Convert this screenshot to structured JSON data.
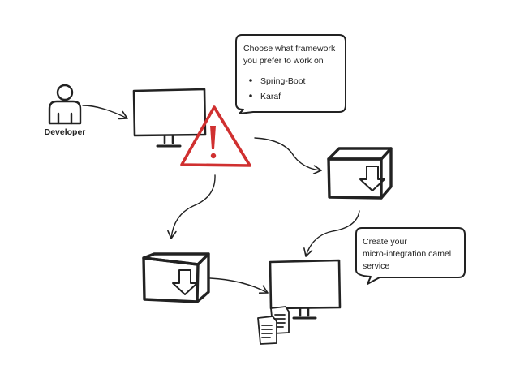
{
  "actor": {
    "label": "Developer",
    "icon": "user-icon"
  },
  "callout_top": {
    "title_line1": "Choose what framework",
    "title_line2": "you prefer to work on",
    "options": [
      "Spring-Boot",
      "Karaf"
    ]
  },
  "callout_bottom": {
    "line1": "Create your",
    "line2": "micro-integration camel",
    "line3": "service"
  },
  "icons": {
    "monitor_top": "monitor-icon",
    "monitor_bottom": "monitor-icon",
    "warning": "warning-icon",
    "download_right": "download-box-icon",
    "download_left": "download-box-icon",
    "documents": "documents-icon"
  },
  "colors": {
    "ink": "#222222",
    "warning": "#d03030",
    "background": "#ffffff"
  }
}
